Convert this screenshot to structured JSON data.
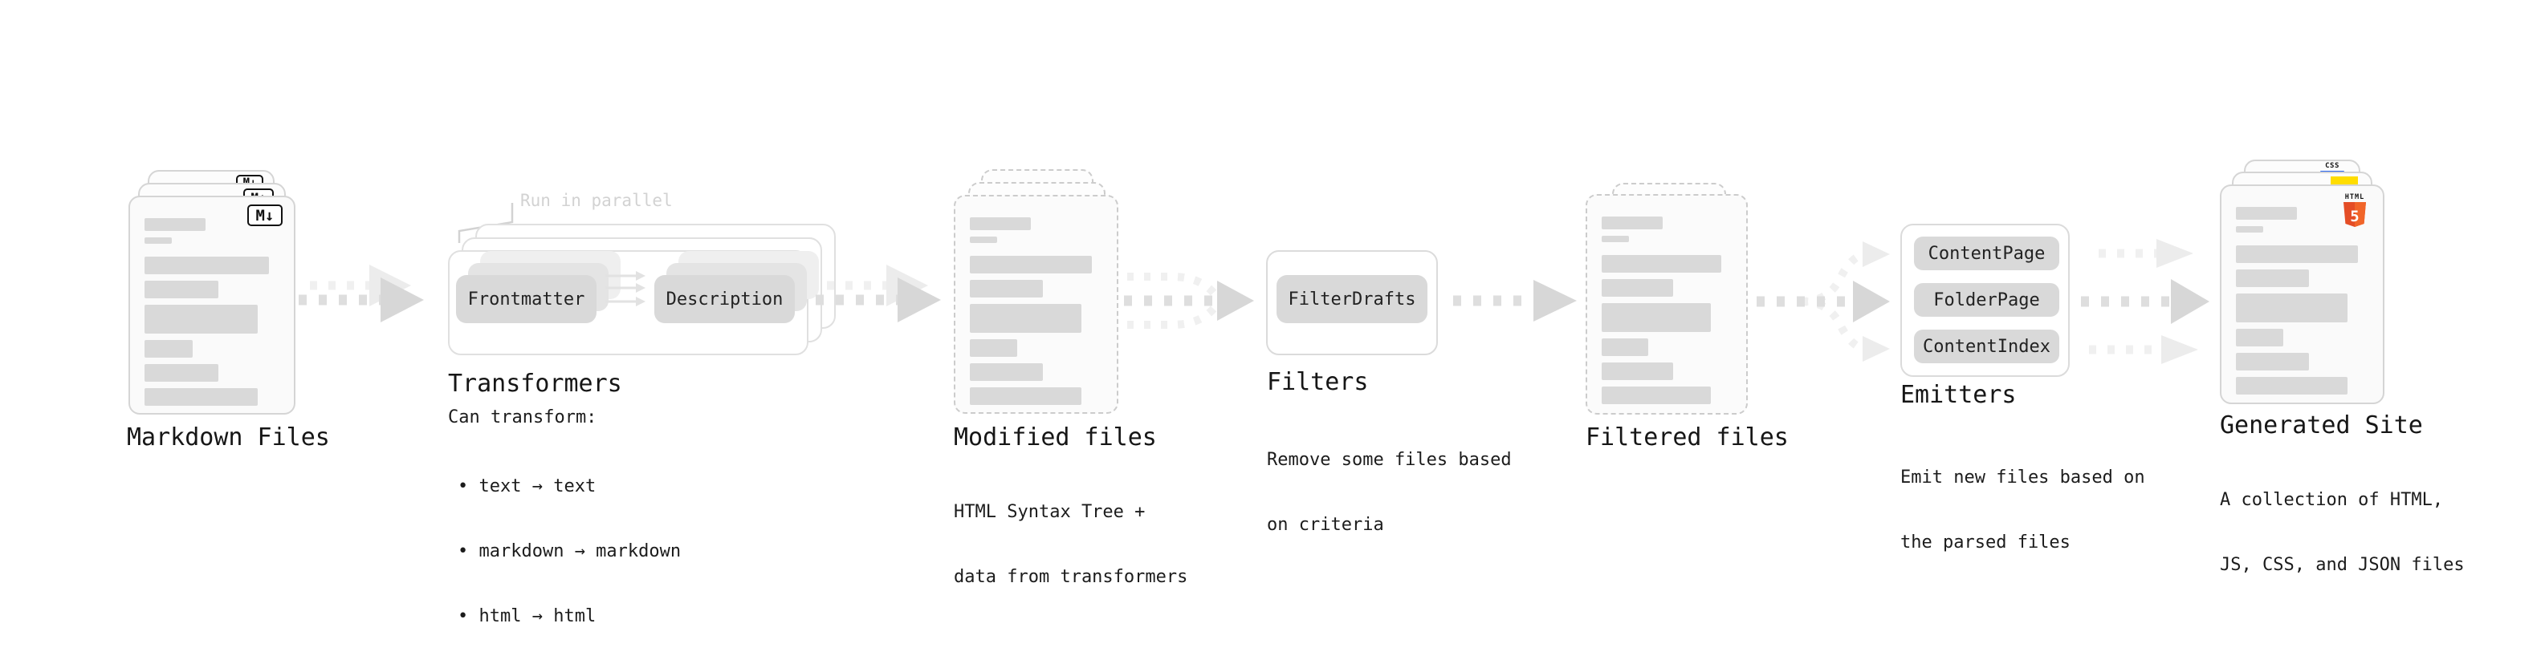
{
  "colors": {
    "ink": "#161616",
    "body": "#1c1c1c",
    "bar": "#d9d9d9",
    "pill": "#d9d9d9",
    "pill_text": "#222222",
    "doc_border": "#d5d5d5",
    "doc_bg": "#fafafa",
    "dashed": "#cccccc",
    "arrow": "#dedede",
    "arrow_light": "#f0f0f0",
    "head": "#d7d7d7",
    "head_light": "#ececec",
    "note": "#d2d2d2",
    "js_yellow": "#ffdd00",
    "css_blue": "#2864f0",
    "html5_dark": "#e44d26",
    "html5_light": "#f16529",
    "badge_black": "#111111"
  },
  "stages": {
    "markdown_files": {
      "title": "Markdown Files",
      "badge": "M↓"
    },
    "transformers": {
      "title": "Transformers",
      "note": "Run in parallel",
      "pills": [
        "Frontmatter",
        "Description"
      ],
      "desc_heading": "Can transform:",
      "bullets": [
        "• text → text",
        "• markdown → markdown",
        "• html → html"
      ]
    },
    "modified_files": {
      "title": "Modified files",
      "desc_lines": [
        "HTML Syntax Tree +",
        "data from transformers"
      ]
    },
    "filters": {
      "title": "Filters",
      "pills": [
        "FilterDrafts"
      ],
      "desc_lines": [
        "Remove some files based",
        "on criteria"
      ]
    },
    "filtered_files": {
      "title": "Filtered files"
    },
    "emitters": {
      "title": "Emitters",
      "pills": [
        "ContentPage",
        "FolderPage",
        "ContentIndex"
      ],
      "desc_lines": [
        "Emit new files based on",
        "the parsed files"
      ]
    },
    "generated_site": {
      "title": "Generated Site",
      "desc_lines": [
        "A collection of HTML,",
        "JS, CSS, and JSON files"
      ],
      "badges": {
        "html_label": "HTML",
        "html_number": "5",
        "css": "CSS"
      }
    }
  }
}
